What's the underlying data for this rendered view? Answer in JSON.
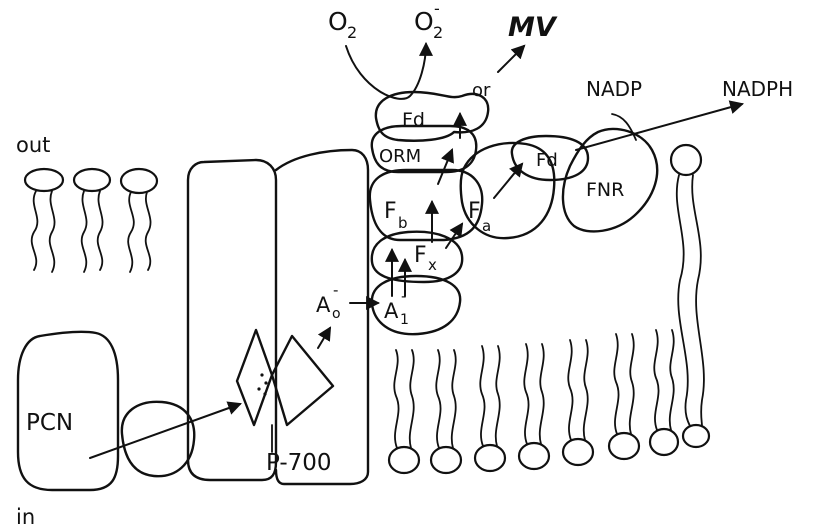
{
  "labels": {
    "out": "out",
    "in": "in",
    "o2": "O",
    "o2_sub": "2",
    "o2_minus": "O",
    "o2_minus_sub": "2",
    "o2_minus_sup": "-",
    "mv": "MV",
    "or": "or",
    "nadp": "NADP",
    "nadph": "NADPH",
    "fd_top": "Fd",
    "orm": "ORM",
    "fd_right": "Fd",
    "fnr": "FNR",
    "fb": "F",
    "fb_sub": "b",
    "fa": "F",
    "fa_sub": "a",
    "fx": "F",
    "fx_sub": "x",
    "a0": "A",
    "a0_sub": "o",
    "a0_sup": "-",
    "a1": "A",
    "a1_sub": "1",
    "a1_sup": "-",
    "pcn": "PCN",
    "p700": "P-700"
  },
  "colors": {
    "ink": "#111111",
    "background": "#ffffff"
  }
}
